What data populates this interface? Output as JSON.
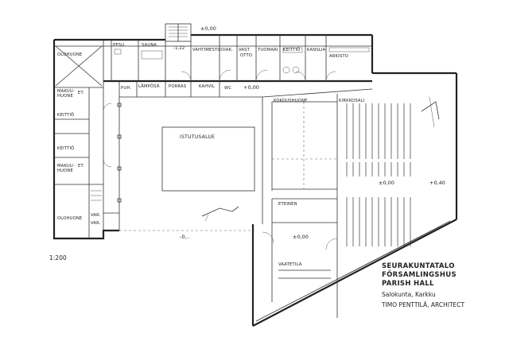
{
  "rooms": {
    "olohuone_top": "OLOHUONE",
    "pesu": "PESU",
    "sauna": "SAUNA",
    "vaatehuone_elev": "-1,22",
    "vahtimesto": "VAHTIMESTO",
    "diak": "DIAK.",
    "vast_otto_1": "VAST",
    "vast_otto_2": "OTTO",
    "tuomari": "TUOMARI",
    "keittio_top": "KEITTIÖ",
    "kansakirjasto": "KANSLIA",
    "arkisto": "ARKISTO",
    "lamposo": "LÄMPÖSÄ",
    "porrashuone": "PORRAS",
    "kahvila": "KAHVIL",
    "wc": "WC",
    "puh": "PUH.",
    "makuu_1a": "MAKUU-",
    "makuu_1b": "HUONE",
    "et_1": "ET.",
    "keittio_left_1": "KEITTIÖ",
    "keittio_left_2": "KEITTIÖ",
    "makuu_2a": "MAKUU-",
    "makuu_2b": "HUONE",
    "et_2": "ET.",
    "olohuone_bottom": "OLOHUONE",
    "varasto_a": "VAR.",
    "varasto_b": "VAR.",
    "istutusalue": "ISTUTUSALUE",
    "kokoushuone": "KOKOUSHUONE",
    "kirkkosali": "KIRKKOSALI",
    "eteinen": "ETEINEN",
    "vaatetila": "VAATETILA"
  },
  "elevations": {
    "top_corridor": "±0,00",
    "corridor_mid": "+0,00",
    "courtyard": "-0,..",
    "hall_center": "±0,00",
    "hall_right": "+0,40",
    "eteinen": "±0,00"
  },
  "caption": {
    "line1": "SEURAKUNTATALO",
    "line2": "FÖRSAMLINGSHUS",
    "line3": "PARISH HALL",
    "line4": "Salokunta, Karkku",
    "line5": "TIMO PENTTILÄ, ARCHITECT"
  },
  "scale": "1:200"
}
